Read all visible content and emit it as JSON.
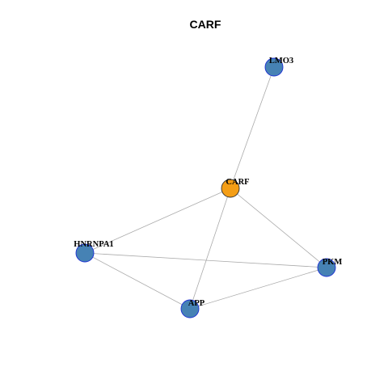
{
  "graph": {
    "title": "CARF",
    "colors": {
      "hub_fill": "#F49E16",
      "hub_stroke": "#333333",
      "node_fill": "#4682B4",
      "node_stroke": "#1C2FD4",
      "edge": "#AAAAAA"
    },
    "nodes": [
      {
        "id": "LMO3",
        "label": "LMO3",
        "hub": false
      },
      {
        "id": "CARF",
        "label": "CARF",
        "hub": true
      },
      {
        "id": "HNRNPA1",
        "label": "HNRNPA1",
        "hub": false
      },
      {
        "id": "PKM",
        "label": "PKM",
        "hub": false
      },
      {
        "id": "APP",
        "label": "APP",
        "hub": false
      }
    ],
    "edges": [
      {
        "source": "CARF",
        "target": "LMO3"
      },
      {
        "source": "CARF",
        "target": "HNRNPA1"
      },
      {
        "source": "CARF",
        "target": "PKM"
      },
      {
        "source": "CARF",
        "target": "APP"
      },
      {
        "source": "HNRNPA1",
        "target": "PKM"
      },
      {
        "source": "HNRNPA1",
        "target": "APP"
      },
      {
        "source": "APP",
        "target": "PKM"
      }
    ]
  }
}
